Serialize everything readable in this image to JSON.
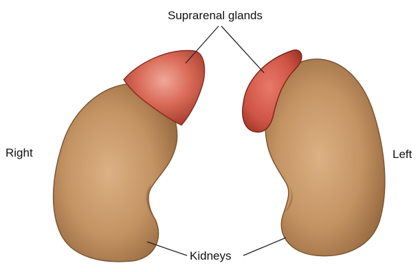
{
  "labels": {
    "top": "Suprarenal glands",
    "right_side": "Right",
    "left_side": "Left",
    "bottom": "Kidneys"
  },
  "colors": {
    "kidney": "#c49363",
    "kidney_shadow": "#8a6038",
    "gland": "#d96a57",
    "gland_shadow": "#a23a2c",
    "leader_line": "#222222"
  }
}
